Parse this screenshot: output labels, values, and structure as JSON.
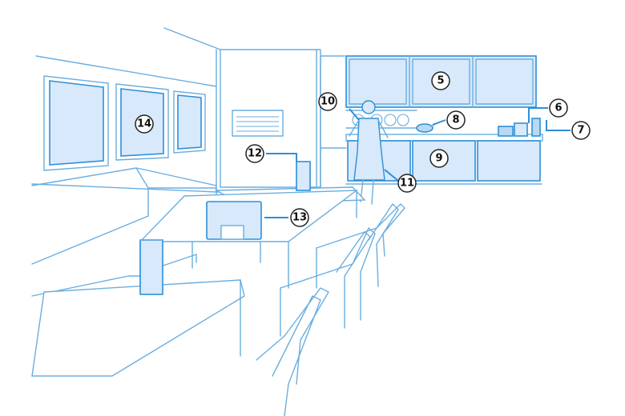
{
  "callouts": {
    "c5": "5",
    "c6": "6",
    "c7": "7",
    "c8": "8",
    "c9": "9",
    "c10": "10",
    "c11": "11",
    "c12": "12",
    "c13": "13",
    "c14": "14"
  },
  "colors": {
    "line": "#6aaedf",
    "highlight_fill": "#d7e9fb",
    "highlight_stroke": "#2f8fd6",
    "callout_text": "#111111"
  }
}
